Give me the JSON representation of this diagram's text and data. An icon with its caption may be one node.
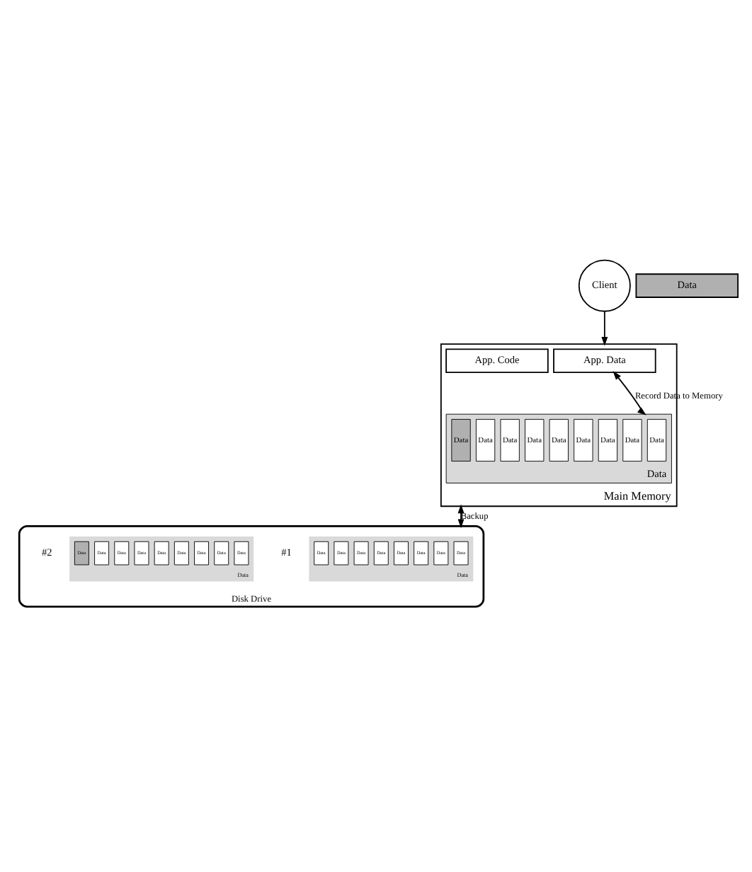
{
  "diagram": {
    "nodes": [
      {
        "text": [
          "Client"
        ]
      },
      {
        "text": [
          "Data"
        ]
      },
      {
        "text": [
          "Main Memory"
        ]
      },
      {
        "text": [
          "App. Data"
        ],
        "in": 2
      },
      {
        "text": [
          "App. Code"
        ],
        "in": 2
      },
      {
        "text": [
          "Data"
        ],
        "in": 2
      },
      {
        "text": [
          "Data"
        ],
        "in": 5
      },
      {
        "text": [
          "Data"
        ],
        "in": 5
      },
      {
        "text": [
          "Data"
        ],
        "in": 5
      },
      {
        "text": [
          "Data"
        ],
        "in": 5
      },
      {
        "text": [
          "Data"
        ],
        "in": 5
      },
      {
        "text": [
          "Data"
        ],
        "in": 5
      },
      {
        "text": [
          "Data"
        ],
        "in": 5
      },
      {
        "text": [
          "Data"
        ],
        "in": 5
      },
      {
        "text": [
          "Data"
        ],
        "in": 5
      },
      {
        "text": [
          "Disk Drive"
        ]
      },
      {
        "text": [
          "Data"
        ],
        "in": 15,
        "beside": [
          "#1"
        ]
      },
      {
        "text": [
          "Data"
        ],
        "in": 16
      },
      {
        "text": [
          "Data"
        ],
        "in": 16
      },
      {
        "text": [
          "Data"
        ],
        "in": 16
      },
      {
        "text": [
          "Data"
        ],
        "in": 16
      },
      {
        "text": [
          "Data"
        ],
        "in": 16
      },
      {
        "text": [
          "Data"
        ],
        "in": 16
      },
      {
        "text": [
          "Data"
        ],
        "in": 16
      },
      {
        "text": [
          "Data"
        ],
        "in": 16
      },
      {
        "text": [
          "Data"
        ],
        "in": 15,
        "beside": [
          "#2"
        ]
      },
      {
        "text": [
          "Data"
        ],
        "in": 25
      },
      {
        "text": [
          "Data"
        ],
        "in": 25
      },
      {
        "text": [
          "Data"
        ],
        "in": 25
      },
      {
        "text": [
          "Data"
        ],
        "in": 25
      },
      {
        "text": [
          "Data"
        ],
        "in": 25
      },
      {
        "text": [
          "Data"
        ],
        "in": 25
      },
      {
        "text": [
          "Data"
        ],
        "in": 25
      },
      {
        "text": [
          "Data"
        ],
        "in": 25
      },
      {
        "text": [
          "Data"
        ],
        "in": 25
      }
    ],
    "edges": [
      {
        "from": 0,
        "to": 2,
        "arrow": "to"
      },
      {
        "from": 3,
        "to": 5,
        "arrow": "both",
        "label": "Record Data to Memory"
      },
      {
        "from": 2,
        "to": 15,
        "arrow": "both",
        "label": "Backup"
      }
    ]
  }
}
